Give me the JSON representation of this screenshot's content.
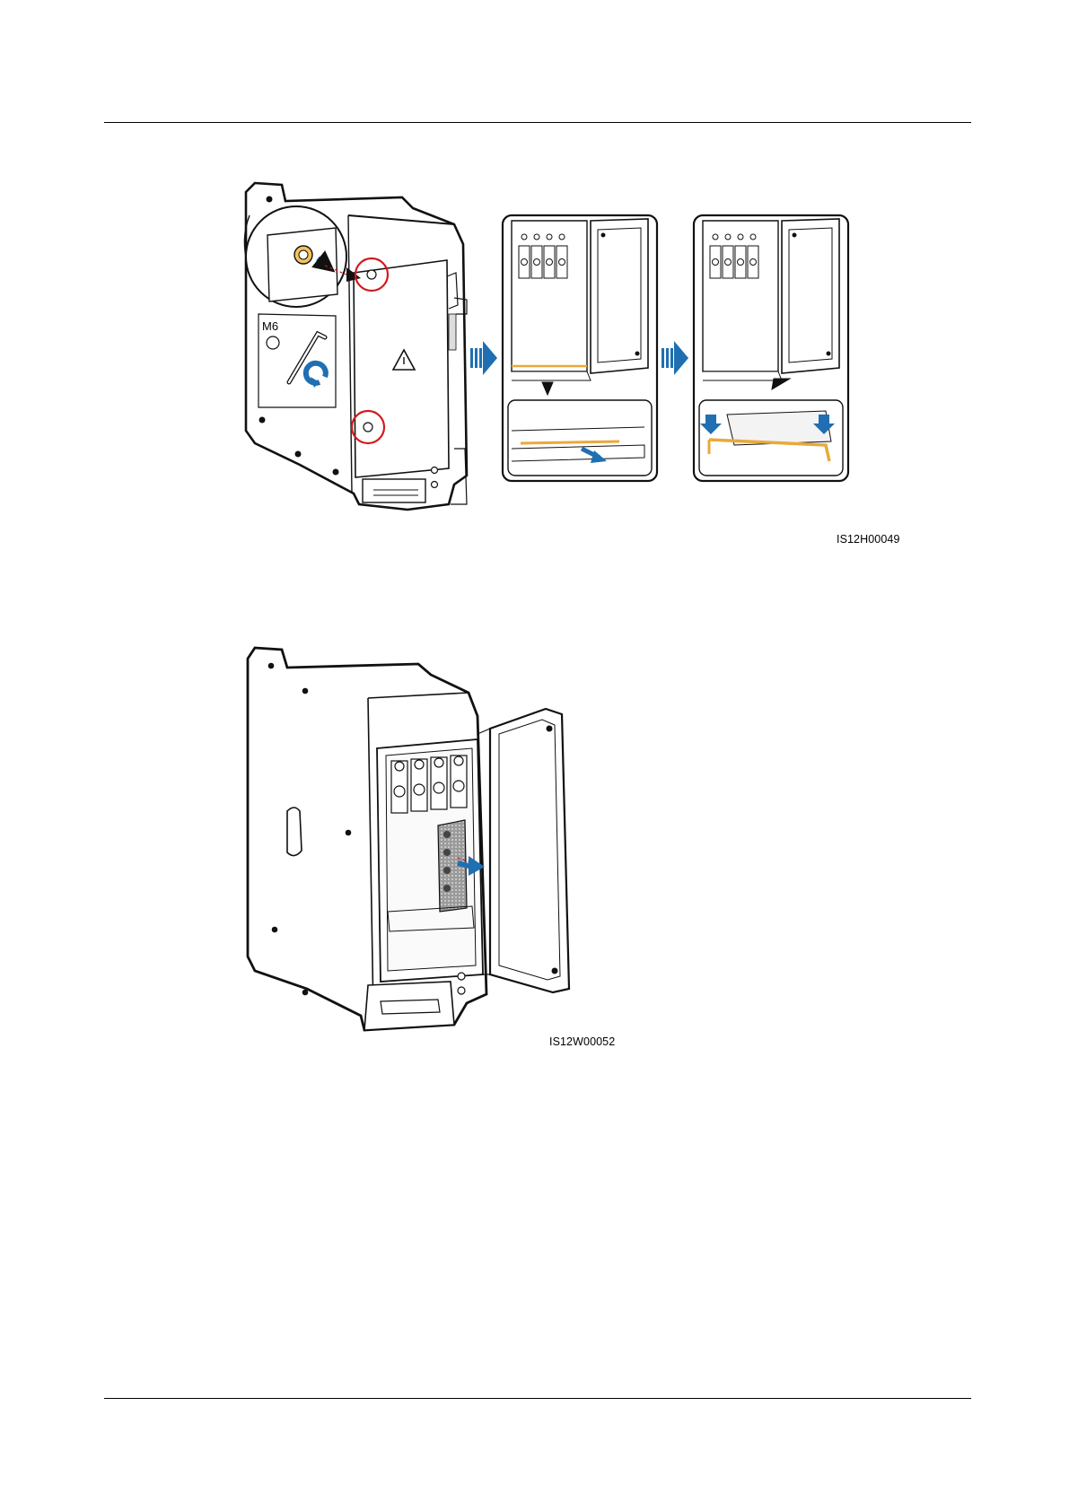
{
  "figure1": {
    "id": "IS12H00049",
    "screw_label": "M6",
    "colors": {
      "arrow": "#1f6fb2",
      "highlight": "#d11a1f",
      "cable": "#e9a93a",
      "line": "#111111"
    }
  },
  "figure2": {
    "id": "IS12W00052",
    "colors": {
      "arrow": "#1f6fb2",
      "mesh": "#8a8a8a",
      "line": "#111111"
    }
  }
}
